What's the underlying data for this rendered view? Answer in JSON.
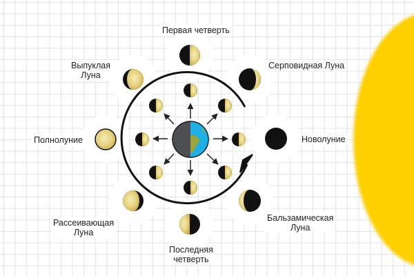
{
  "diagram": {
    "title": "Moon phases diagram",
    "colors": {
      "sun": "#ffd000",
      "moon_dark": "#111111",
      "moon_lit": "#e8d58a",
      "earth_ocean": "#1fb0e6",
      "earth_land": "#9aa53c",
      "earth_night": "#4d4f52",
      "grid": "#e2e2e2"
    },
    "center": {
      "name": "Earth",
      "icon": "earth-icon"
    },
    "outer_phases": [
      {
        "label": "Новолуние",
        "lit": "none"
      },
      {
        "label": "Серповидная Луна",
        "lit": "waxing-crescent"
      },
      {
        "label": "Первая четверть",
        "lit": "right-half"
      },
      {
        "label": "Выпуклая Луна",
        "lit": "waxing-gibbous"
      },
      {
        "label": "Полнолуние",
        "lit": "full"
      },
      {
        "label": "Рассеивающая Луна",
        "lit": "waning-gibbous"
      },
      {
        "label": "Последняя четверть",
        "lit": "left-half"
      },
      {
        "label": "Бальзамическая Луна",
        "lit": "waning-crescent"
      }
    ],
    "labels": {
      "new_moon": "Новолуние",
      "waxing_crescent": "Серповидная Луна",
      "first_quarter": "Первая четверть",
      "waxing_gibbous_1": "Выпуклая",
      "waxing_gibbous_2": "Луна",
      "full_moon": "Полнолуние",
      "waning_gibbous_1": "Рассеивающая",
      "waning_gibbous_2": "Луна",
      "last_quarter_1": "Последняя",
      "last_quarter_2": "четверть",
      "balsamic_1": "Бальзамическая",
      "balsamic_2": "Луна"
    },
    "orbit_direction": "counter-clockwise",
    "inner_moons_count": 8,
    "sun_side": "right"
  }
}
